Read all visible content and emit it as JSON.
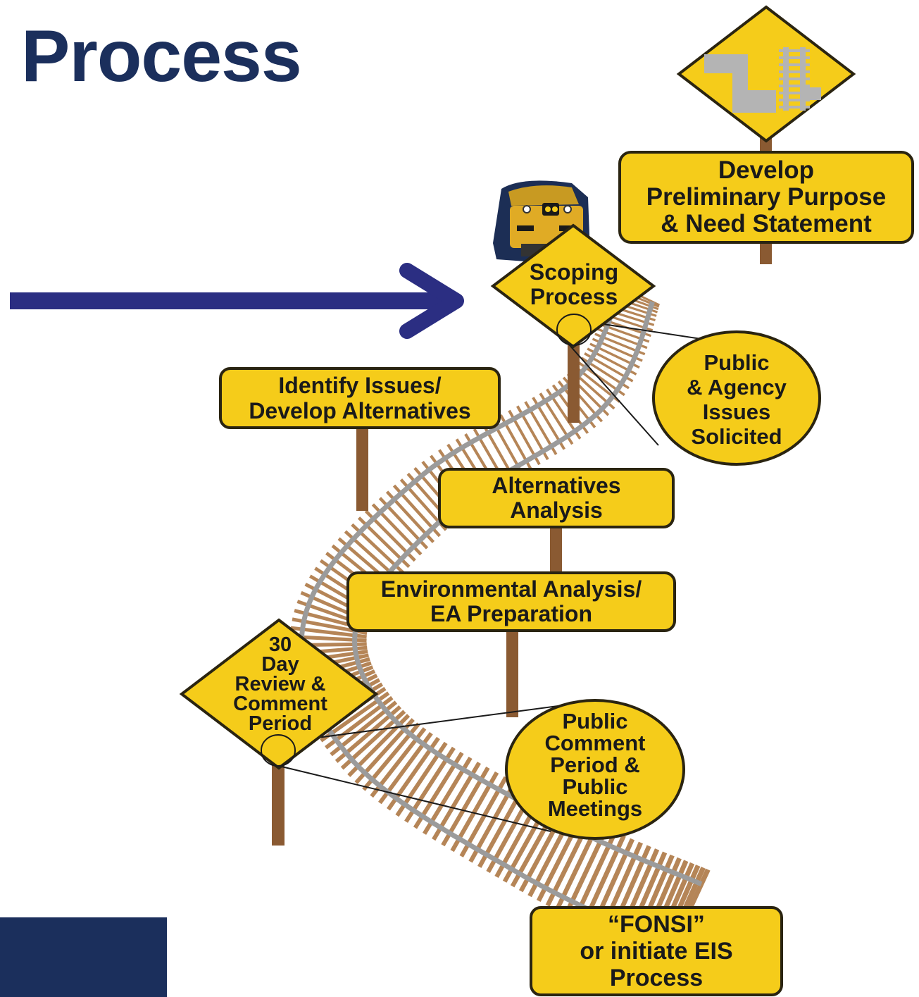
{
  "title": "Process",
  "colors": {
    "title": "#1b2f5c",
    "arrow": "#2b2e82",
    "sign_fill": "#f5cc1a",
    "sign_border": "#2a2411",
    "post": "#8a5a32",
    "rail": "#9b9b9b",
    "tie": "#b58557",
    "footer_block": "#1b2f5c"
  },
  "icons": {
    "top_sign": "railroad-track-diamond-sign-icon",
    "train": "locomotive-icon",
    "arrow": "right-arrow-icon"
  },
  "labels": {
    "develop": [
      "Develop",
      "Preliminary Purpose",
      "& Need Statement"
    ],
    "scoping": [
      "Scoping",
      "Process"
    ],
    "public_agency": [
      "Public",
      "& Agency",
      "Issues",
      "Solicited"
    ],
    "identify": [
      "Identify Issues/",
      "Develop Alternatives"
    ],
    "alternatives": [
      "Alternatives",
      "Analysis"
    ],
    "environmental": [
      "Environmental Analysis/",
      "EA Preparation"
    ],
    "review": [
      "30",
      "Day",
      "Review &",
      "Comment",
      "Period"
    ],
    "public_comment": [
      "Public",
      "Comment",
      "Period &",
      "Public",
      "Meetings"
    ],
    "fonsi": [
      "“FONSI”",
      "or initiate EIS",
      "Process"
    ]
  }
}
